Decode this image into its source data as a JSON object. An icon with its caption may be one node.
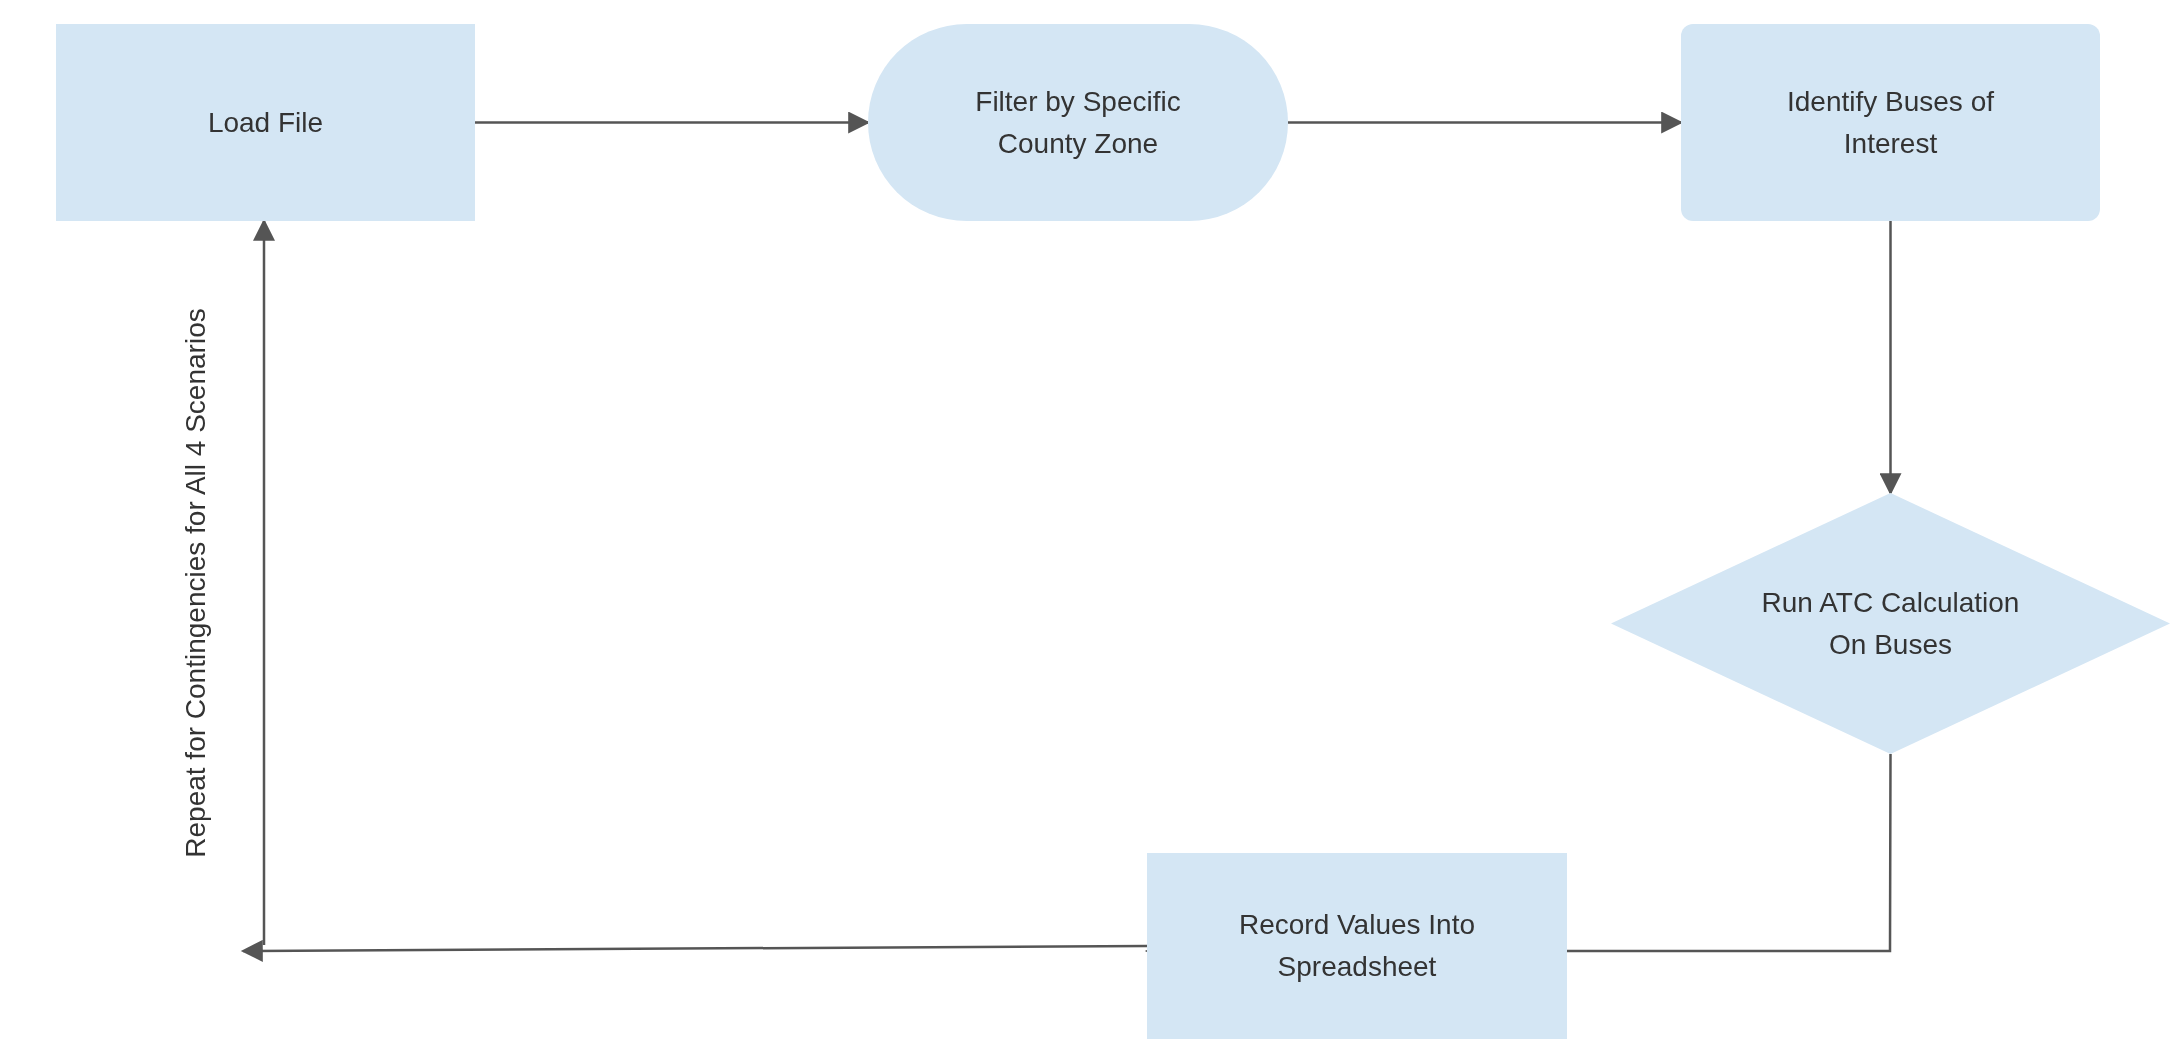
{
  "diagram": {
    "nodes": [
      {
        "text": [
          "Load File"
        ]
      },
      {
        "text": [
          "Filter by Specific County Zone"
        ]
      },
      {
        "text": [
          "Identify Buses of Interest"
        ]
      },
      {
        "text": [
          "Run ATC Calculation On Buses"
        ]
      },
      {
        "text": [
          "Record Values Into Spreadsheet"
        ]
      }
    ],
    "edges": [
      {
        "from": 0,
        "to": 1,
        "arrow": "to"
      },
      {
        "from": 1,
        "to": 2,
        "arrow": "to"
      },
      {
        "from": 2,
        "to": 3,
        "arrow": "to"
      },
      {
        "from": 3,
        "to": 4,
        "arrow": "to"
      },
      {
        "from": 4,
        "to": null,
        "arrow": "to"
      },
      {
        "from": null,
        "to": 0,
        "arrow": "to",
        "label": "Repeat for Contingencies for All 4 Scenarios"
      }
    ]
  }
}
